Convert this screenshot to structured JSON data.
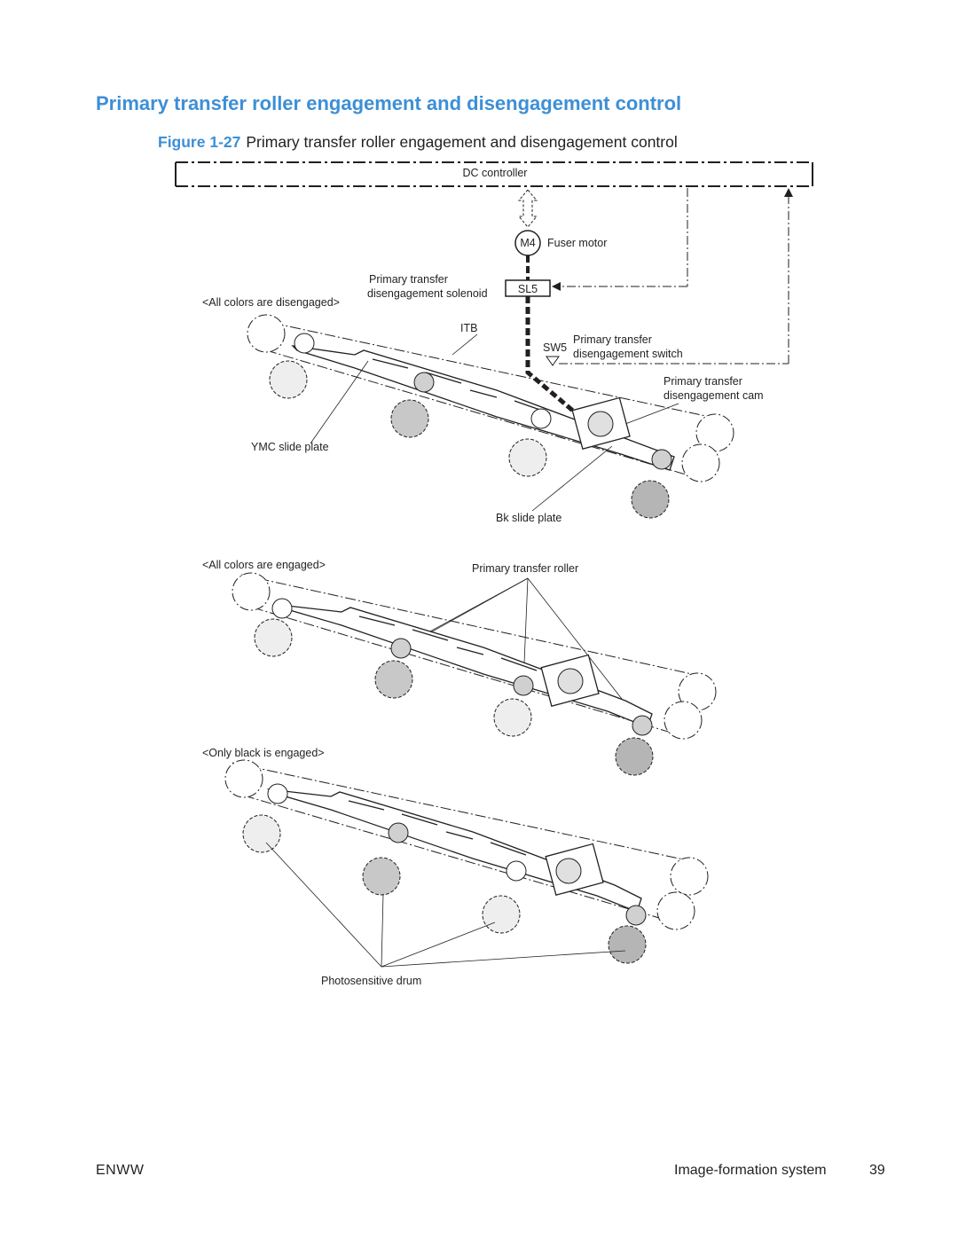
{
  "heading": "Primary transfer roller engagement and disengagement control",
  "caption": {
    "figure_label": "Figure 1-27",
    "text": "Primary transfer roller engagement and disengagement control"
  },
  "diagram": {
    "dc_controller": "DC controller",
    "motor_tag": "M4",
    "motor_label": "Fuser motor",
    "solenoid_label_1": "Primary transfer",
    "solenoid_label_2": "disengagement solenoid",
    "solenoid_tag": "SL5",
    "state_disengaged": "<All colors are disengaged>",
    "itb": "ITB",
    "switch_tag": "SW5",
    "switch_label_1": "Primary transfer",
    "switch_label_2": "disengagement switch",
    "cam_label_1": "Primary transfer",
    "cam_label_2": "disengagement cam",
    "ymc_slide_plate": "YMC slide plate",
    "bk_slide_plate": "Bk slide plate",
    "state_engaged": "<All colors are engaged>",
    "primary_transfer_roller": "Primary transfer roller",
    "state_black_only": "<Only black is engaged>",
    "photosensitive_drum": "Photosensitive drum"
  },
  "footer": {
    "left": "ENWW",
    "section": "Image-formation system",
    "page": "39"
  }
}
